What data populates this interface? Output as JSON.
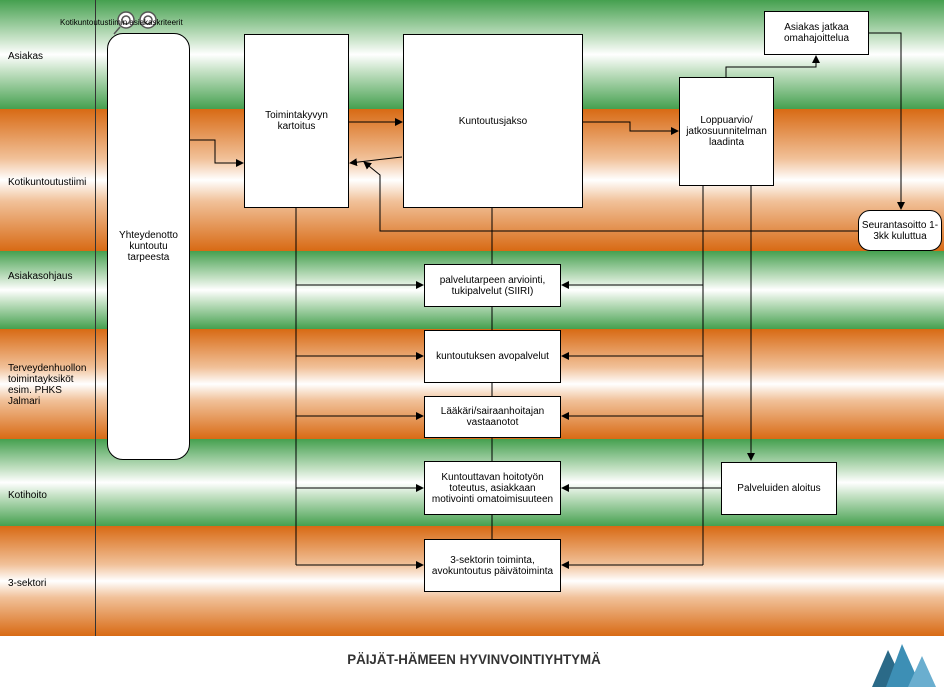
{
  "lanes": [
    {
      "label": "Asiakas",
      "color": "green"
    },
    {
      "label": "Kotikuntoutustiimi",
      "color": "orange"
    },
    {
      "label": "Asiakasohjaus",
      "color": "green"
    },
    {
      "label": "Terveydenhuollon toimintayksiköt esim. PHKS Jalmari",
      "color": "orange"
    },
    {
      "label": "Kotihoito",
      "color": "green"
    },
    {
      "label": "3-sektori",
      "color": "orange"
    }
  ],
  "boxes": {
    "yhteydenotto": "Yhteydenotto kuntoutu tarpeesta",
    "kartoitus": "Toimintakyvyn kartoitus",
    "kuntoutusjakso": "Kuntoutusjakso",
    "loppuarvio": "Loppuarvio/ jatkosuunnitelman laadinta",
    "omahoito": "Asiakas jatkaa omahajoittelua",
    "seuranta": "Seurantasoitto 1-3kk kuluttua",
    "palvelutarve": "palvelutarpeen arviointi, tukipalvelut (SIIRI)",
    "avopalvelut": "kuntoutuksen avopalvelut",
    "laakari": "Lääkäri/sairaanhoitajan vastaanotot",
    "hoitotyo": "Kuntouttavan hoitotyön toteutus, asiakkaan motivointi omatoimisuuteen",
    "palveluiden_aloitus": "Palveluiden aloitus",
    "sektori3": "3-sektorin toiminta, avokuntoutus päivätoiminta"
  },
  "criteria_note": "Kotikuntoutustiimin asiakaskriteerit",
  "footer_title": "PÄIJÄT-HÄMEEN HYVINVOINTIYHTYMÄ",
  "colors": {
    "green": "#45a04f",
    "orange": "#d86a14",
    "logo": "#2b6a88"
  }
}
